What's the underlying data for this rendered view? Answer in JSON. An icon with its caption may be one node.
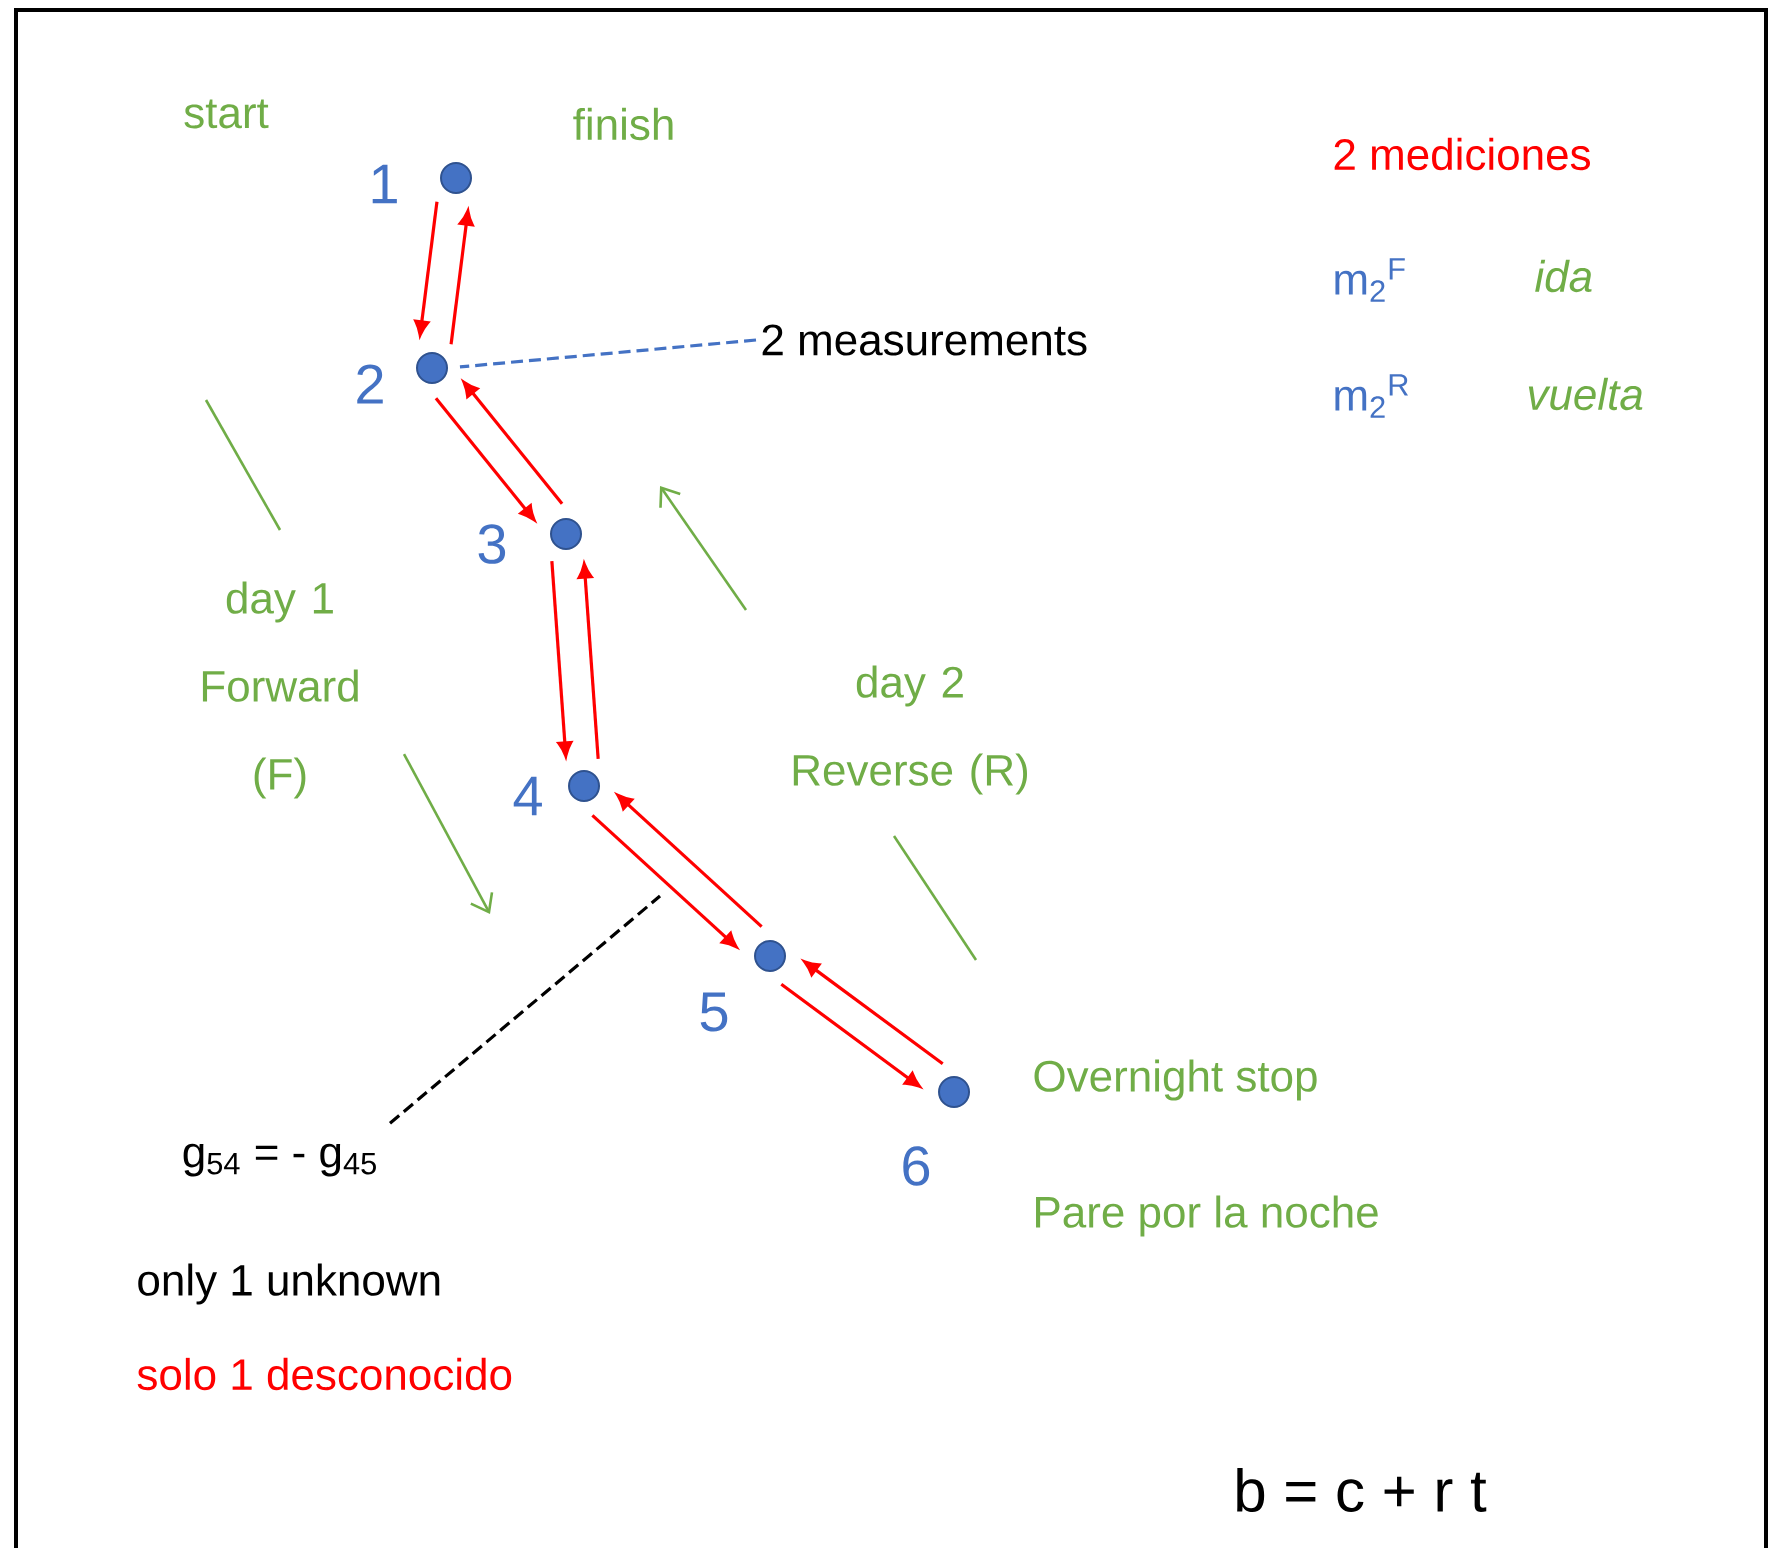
{
  "diagram": {
    "nodes": [
      {
        "text": [],
        "shape": "circle",
        "beside": [
          "1"
        ]
      },
      {
        "text": [],
        "shape": "circle",
        "beside": [
          "2"
        ]
      },
      {
        "text": [],
        "shape": "circle",
        "beside": [
          "3"
        ]
      },
      {
        "text": [],
        "shape": "circle",
        "beside": [
          "4"
        ]
      },
      {
        "text": [],
        "shape": "circle",
        "beside": [
          "5"
        ]
      },
      {
        "text": [],
        "shape": "circle",
        "beside": [
          "6"
        ]
      },
      {
        "text": [
          "2 measurements"
        ]
      },
      {
        "text": [
          "g$_{54}$ = - g$_{45}$"
        ]
      }
    ],
    "edges": [
      {
        "from": 0,
        "to": 1,
        "arrow": "to"
      },
      {
        "from": 1,
        "to": 0,
        "arrow": "to"
      },
      {
        "from": 1,
        "to": 2,
        "arrow": "to"
      },
      {
        "from": 2,
        "to": 1,
        "arrow": "to"
      },
      {
        "from": 2,
        "to": 3,
        "arrow": "to"
      },
      {
        "from": 3,
        "to": 2,
        "arrow": "to"
      },
      {
        "from": 3,
        "to": 4,
        "arrow": "to"
      },
      {
        "from": 4,
        "to": 3,
        "arrow": "to"
      },
      {
        "from": 4,
        "to": 5,
        "arrow": "to"
      },
      {
        "from": 5,
        "to": 4,
        "arrow": "to"
      },
      {
        "from": 6,
        "to": 1,
        "arrow": "none",
        "style": "dashed",
        "color": "#4472c4"
      },
      {
        "from": 7,
        "to": null,
        "arrow": "none",
        "style": "dashed",
        "color": "#000000"
      }
    ],
    "labels": [
      "start",
      "finish",
      "2 mediciones",
      "m$_{2}$$^{F}$",
      "ida",
      "m$_{2}$$^{R}$",
      "vuelta",
      "day 1 Forward (F)",
      "day 2 Reverse (R)",
      "Overnight stop",
      "Pare por la noche",
      "only 1 unknown",
      "solo 1 desconocido",
      "b = c + r t"
    ]
  }
}
